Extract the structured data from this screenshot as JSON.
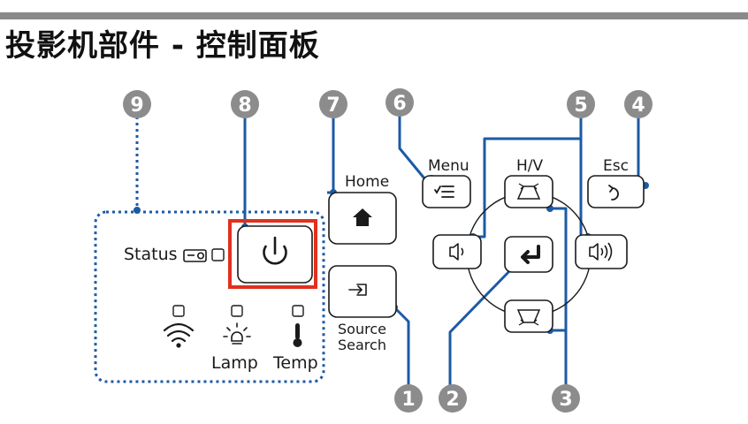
{
  "page": {
    "title": "投影机部件 - 控制面板"
  },
  "callouts": [
    "1",
    "2",
    "3",
    "4",
    "5",
    "6",
    "7",
    "8",
    "9"
  ],
  "buttons": {
    "menu": "Menu",
    "hv": "H/V",
    "esc": "Esc",
    "home": "Home",
    "source_line1": "Source",
    "source_line2": "Search"
  },
  "indicators": {
    "status": "Status",
    "lamp": "Lamp",
    "temp": "Temp"
  },
  "colors": {
    "callout_line": "#1c5aa6",
    "callout_badge": "#8c8c8c",
    "highlight": "#e0301e"
  }
}
